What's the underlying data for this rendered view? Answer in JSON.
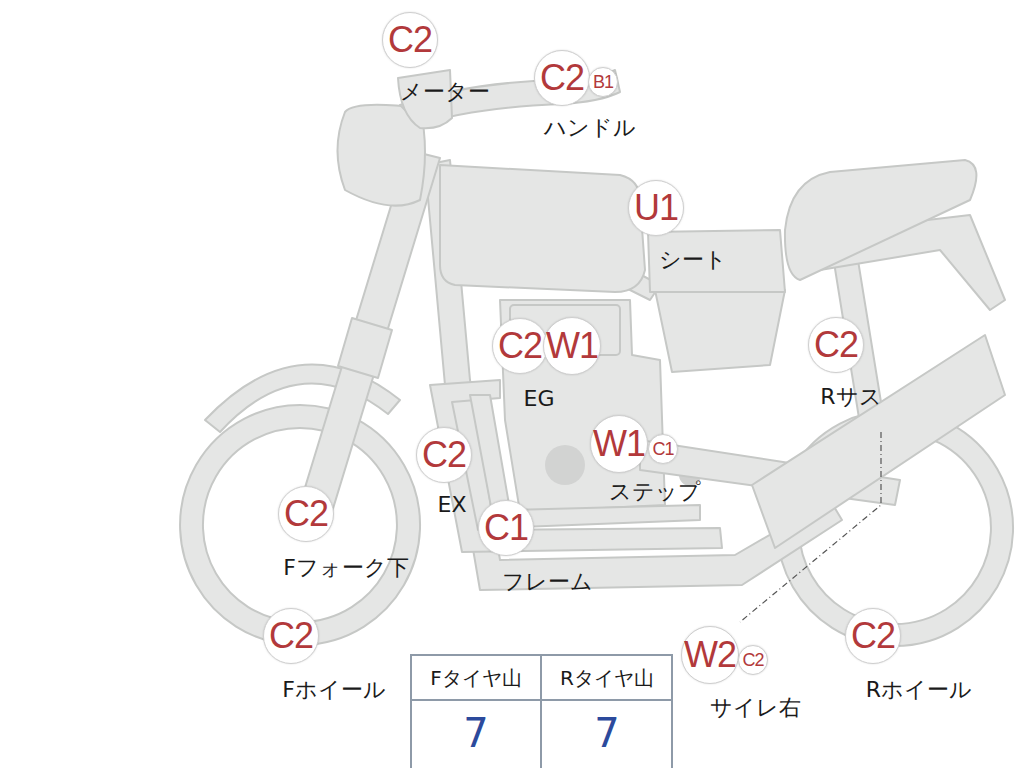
{
  "diagram": {
    "nodes": [
      {
        "text": [
          "C2"
        ]
      },
      {
        "text": [
          "C2"
        ]
      },
      {
        "text": [
          "B1"
        ]
      },
      {
        "text": [
          "U1"
        ]
      },
      {
        "text": [
          "C2"
        ]
      },
      {
        "text": [
          "W1"
        ]
      },
      {
        "text": [
          "C2"
        ]
      },
      {
        "text": [
          "C2"
        ]
      },
      {
        "text": [
          "W1"
        ]
      },
      {
        "text": [
          "C1"
        ]
      },
      {
        "text": [
          "C2"
        ]
      },
      {
        "text": [
          "C1"
        ]
      },
      {
        "text": [
          "C2"
        ]
      },
      {
        "text": [
          "W2"
        ]
      },
      {
        "text": [
          "C2"
        ]
      },
      {
        "text": [
          "C2"
        ]
      }
    ],
    "labels": [
      "メーター",
      "ハンドル",
      "シート",
      "EG",
      "Rサス",
      "EX",
      "ステップ",
      "Fフォーク下",
      "フレーム",
      "Fホイール",
      "サイレ右",
      "Rホイール",
      "Fタイヤ山",
      "Rタイヤ山",
      "7",
      "7"
    ]
  }
}
